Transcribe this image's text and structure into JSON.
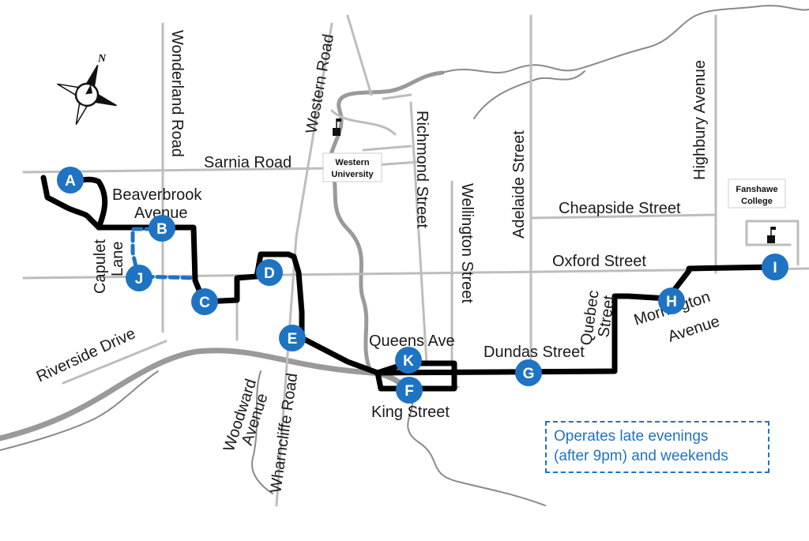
{
  "streets": {
    "sarnia_road": "Sarnia Road",
    "wonderland_road": "Wonderland Road",
    "western_road": "Western Road",
    "richmond_street": "Richmond Street",
    "wellington_street": "Wellington Street",
    "adelaide_street": "Adelaide Street",
    "highbury_avenue": "Highbury Avenue",
    "cheapside_street": "Cheapside Street",
    "oxford_street": "Oxford Street",
    "beaverbrook_line1": "Beaverbrook",
    "beaverbrook_line2": "Avenue",
    "capulet_line1": "Capulet",
    "capulet_line2": "Lane",
    "riverside_drive": "Riverside Drive",
    "woodward_line1": "Woodward",
    "woodward_line2": "Avenue",
    "wharncliffe_road": "Wharncliffe Road",
    "queens_ave": "Queens Ave",
    "king_street": "King Street",
    "dundas_street": "Dundas Street",
    "quebec_line1": "Quebec",
    "quebec_line2": "Street",
    "mornington_line1": "Mornington",
    "mornington_line2": "Avenue"
  },
  "pois": {
    "western_line1": "Western",
    "western_line2": "University",
    "fanshawe_line1": "Fanshawe",
    "fanshawe_line2": "College"
  },
  "compass": {
    "north_label": "N"
  },
  "stops": [
    "A",
    "B",
    "C",
    "D",
    "E",
    "F",
    "G",
    "H",
    "I",
    "J",
    "K"
  ],
  "note": {
    "line1": "Operates late evenings",
    "line2": "(after 9pm) and weekends"
  },
  "colors": {
    "route": "#000000",
    "alt_route": "#1f73c3",
    "stop_fill": "#1f73c3",
    "street": "#bdbdbd",
    "river": "#8f8f8f"
  }
}
